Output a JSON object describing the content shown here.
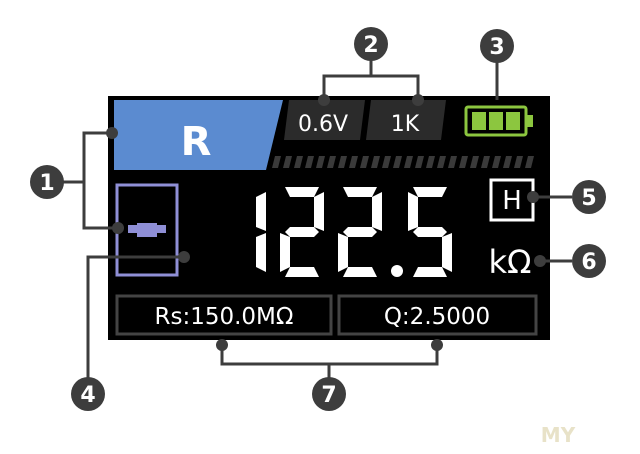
{
  "display": {
    "mode_label": "R",
    "test_voltage": "0.6V",
    "test_frequency": "1K",
    "hold_indicator": "H",
    "unit": "kΩ",
    "main_digits": [
      "1",
      "2",
      "2",
      "5"
    ],
    "secondary_left": "Rs:150.0MΩ",
    "secondary_right": "Q:2.5000",
    "battery_level": 1.0
  },
  "callouts": [
    {
      "id": "1",
      "label": "1"
    },
    {
      "id": "2",
      "label": "2"
    },
    {
      "id": "3",
      "label": "3"
    },
    {
      "id": "4",
      "label": "4"
    },
    {
      "id": "5",
      "label": "5"
    },
    {
      "id": "6",
      "label": "6"
    },
    {
      "id": "7",
      "label": "7"
    }
  ],
  "colors": {
    "lcd_background": "#000000",
    "mode_box": "#5b8bd0",
    "battery": "#8cc63f",
    "component_icon": "#8f8fd6",
    "callout_circle": "#3d3d3d",
    "leader_line": "#3d3d3d",
    "segment": "#ffffff"
  },
  "watermark": "MY"
}
